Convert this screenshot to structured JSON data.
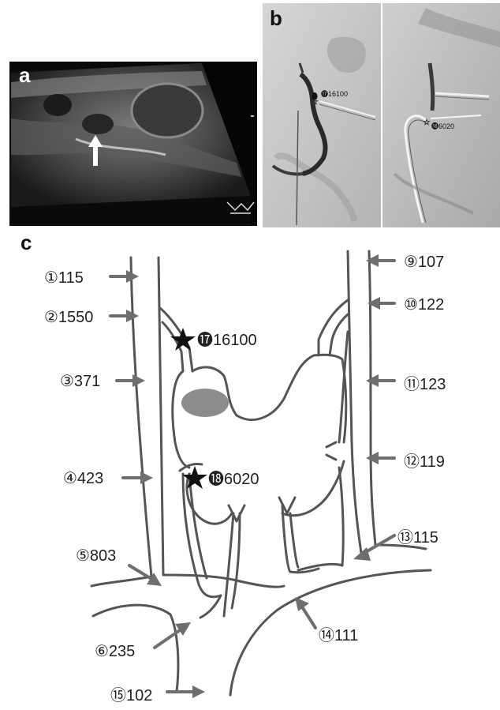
{
  "panels": {
    "a": {
      "letter": "a"
    },
    "b": {
      "letter": "b",
      "left_label": "⓱16100",
      "right_label": "⓲6020"
    },
    "c": {
      "letter": "c"
    }
  },
  "labels": [
    {
      "id": "l1",
      "text": "①115"
    },
    {
      "id": "l2",
      "text": "②1550"
    },
    {
      "id": "l3",
      "text": "③371"
    },
    {
      "id": "l4",
      "text": "④423"
    },
    {
      "id": "l5",
      "text": "⑤803"
    },
    {
      "id": "l6",
      "text": "⑥235"
    },
    {
      "id": "l9",
      "text": "⑨107"
    },
    {
      "id": "l10",
      "text": "⑩122"
    },
    {
      "id": "l11",
      "text": "⑪123"
    },
    {
      "id": "l12",
      "text": "⑫119"
    },
    {
      "id": "l13",
      "text": "⑬115"
    },
    {
      "id": "l14",
      "text": "⑭111"
    },
    {
      "id": "l15",
      "text": "⑮102"
    },
    {
      "id": "l17",
      "text": "⓱16100"
    },
    {
      "id": "l18",
      "text": "⓲6020"
    }
  ],
  "colors": {
    "vessel": "#555555",
    "arrow": "#6e6e6e",
    "adenoma": "#8c8c8c",
    "star": "#111111",
    "ultrasound_bg": "#0a0a0a",
    "xray_bg": "#c9c9c9"
  },
  "icons": {
    "ultrasound_arrow": "white-arrow-up-icon",
    "sampling_site": "star-icon"
  }
}
